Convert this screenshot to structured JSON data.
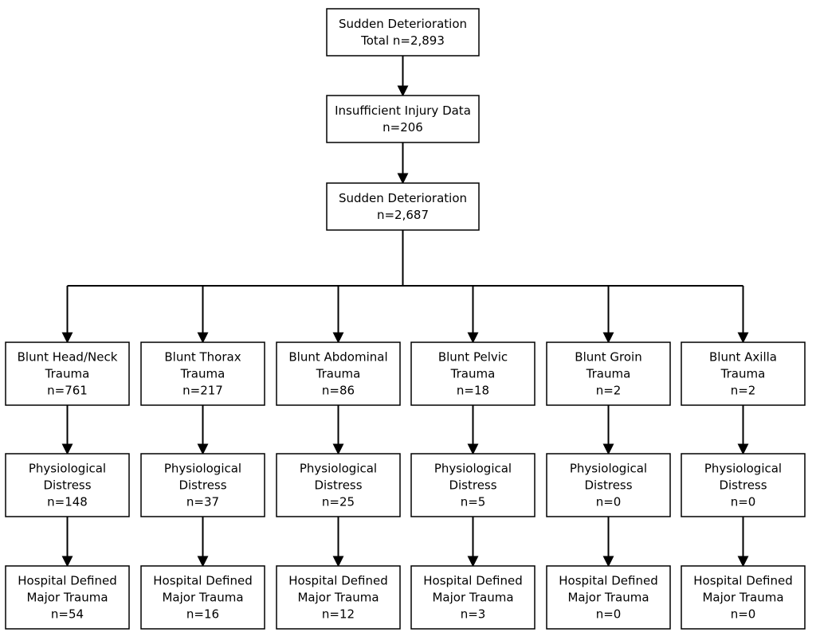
{
  "top": [
    {
      "lines": [
        "Sudden Deterioration",
        "Total n=2,893"
      ]
    },
    {
      "lines": [
        "Insufficient Injury Data",
        "n=206"
      ]
    },
    {
      "lines": [
        "Sudden Deterioration",
        "n=2,687"
      ]
    }
  ],
  "columns": [
    {
      "category": [
        "Blunt Head/Neck",
        "Trauma",
        "n=761"
      ],
      "distress": [
        "Physiological",
        "Distress",
        "n=148"
      ],
      "major": [
        "Hospital Defined",
        "Major Trauma",
        "n=54"
      ]
    },
    {
      "category": [
        "Blunt Thorax",
        "Trauma",
        "n=217"
      ],
      "distress": [
        "Physiological",
        "Distress",
        "n=37"
      ],
      "major": [
        "Hospital Defined",
        "Major Trauma",
        "n=16"
      ]
    },
    {
      "category": [
        "Blunt Abdominal",
        "Trauma",
        "n=86"
      ],
      "distress": [
        "Physiological",
        "Distress",
        "n=25"
      ],
      "major": [
        "Hospital Defined",
        "Major Trauma",
        "n=12"
      ]
    },
    {
      "category": [
        "Blunt Pelvic",
        "Trauma",
        "n=18"
      ],
      "distress": [
        "Physiological",
        "Distress",
        "n=5"
      ],
      "major": [
        "Hospital Defined",
        "Major Trauma",
        "n=3"
      ]
    },
    {
      "category": [
        "Blunt Groin",
        "Trauma",
        "n=2"
      ],
      "distress": [
        "Physiological",
        "Distress",
        "n=0"
      ],
      "major": [
        "Hospital Defined",
        "Major Trauma",
        "n=0"
      ]
    },
    {
      "category": [
        "Blunt Axilla",
        "Trauma",
        "n=2"
      ],
      "distress": [
        "Physiological",
        "Distress",
        "n=0"
      ],
      "major": [
        "Hospital Defined",
        "Major Trauma",
        "n=0"
      ]
    }
  ]
}
